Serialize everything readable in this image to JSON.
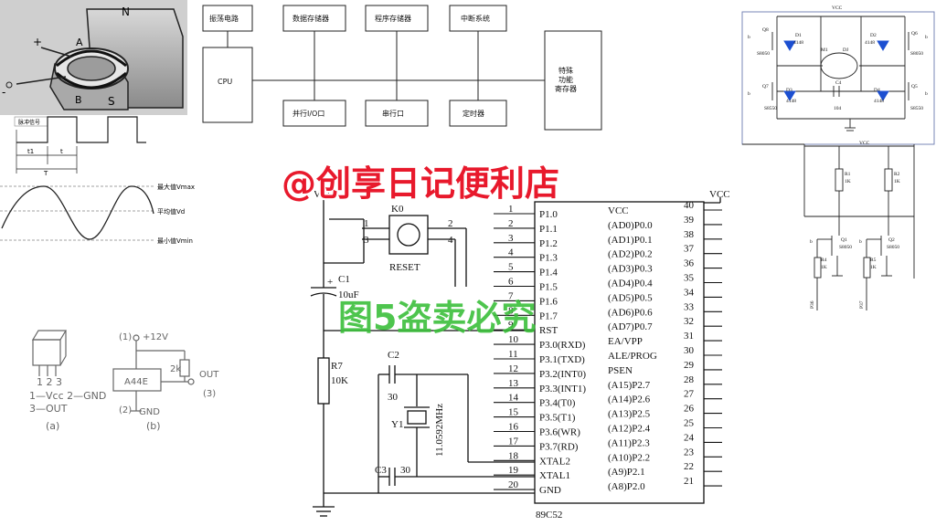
{
  "watermark": {
    "top_text": "@创享日记便利店",
    "middle_text": "图5盗卖必究",
    "top_color": "#e8192c",
    "middle_color": "#3bbf3b"
  },
  "hall_photo": {
    "labels": {
      "n": "N",
      "s": "S",
      "a": "A",
      "b": "B",
      "plus": "+",
      "minus": "-"
    }
  },
  "pulse": {
    "title": "脉冲信号",
    "t1": "t1",
    "t": "t",
    "period": "T"
  },
  "sine": {
    "max": "最大值Vmax",
    "avg": "平均值Vd",
    "min": "最小值Vmin"
  },
  "sensor_a": {
    "pins": "1 2 3",
    "pin_desc_1": "1—Vcc  2—GND",
    "pin_desc_2": "3—OUT",
    "caption": "(a)"
  },
  "sensor_b": {
    "pin1": "(1)",
    "supply": "+12V",
    "chip": "A44E",
    "resistor": "2k",
    "out": "OUT",
    "pin3": "(3)",
    "pin2": "(2)",
    "gnd": "GND",
    "caption": "(b)"
  },
  "block_diagram": {
    "oscillator": "振荡电路",
    "data_mem": "数据存储器",
    "prog_mem": "程序存储器",
    "interrupt": "中断系统",
    "cpu": "CPU",
    "par_io": "并行I/O口",
    "serial": "串行口",
    "timer": "定时器",
    "sfr_1": "特殊",
    "sfr_2": "功能",
    "sfr_3": "寄存器"
  },
  "mcu": {
    "part": "89C52",
    "left_pins": [
      {
        "num": "1",
        "name": "P1.0"
      },
      {
        "num": "2",
        "name": "P1.1"
      },
      {
        "num": "3",
        "name": "P1.2"
      },
      {
        "num": "4",
        "name": "P1.3"
      },
      {
        "num": "5",
        "name": "P1.4"
      },
      {
        "num": "6",
        "name": "P1.5"
      },
      {
        "num": "7",
        "name": "P1.6"
      },
      {
        "num": "8",
        "name": "P1.7"
      },
      {
        "num": "9",
        "name": "RST"
      },
      {
        "num": "10",
        "name": "P3.0(RXD)"
      },
      {
        "num": "11",
        "name": "P3.1(TXD)"
      },
      {
        "num": "12",
        "name": "P3.2(INT0)"
      },
      {
        "num": "13",
        "name": "P3.3(INT1)"
      },
      {
        "num": "14",
        "name": "P3.4(T0)"
      },
      {
        "num": "15",
        "name": "P3.5(T1)"
      },
      {
        "num": "16",
        "name": "P3.6(WR)"
      },
      {
        "num": "17",
        "name": "P3.7(RD)"
      },
      {
        "num": "18",
        "name": "XTAL2"
      },
      {
        "num": "19",
        "name": "XTAL1"
      },
      {
        "num": "20",
        "name": "GND"
      }
    ],
    "right_pins": [
      {
        "num": "40",
        "name": "VCC"
      },
      {
        "num": "39",
        "name": "(AD0)P0.0"
      },
      {
        "num": "38",
        "name": "(AD1)P0.1"
      },
      {
        "num": "37",
        "name": "(AD2)P0.2"
      },
      {
        "num": "36",
        "name": "(AD3)P0.3"
      },
      {
        "num": "35",
        "name": "(AD4)P0.4"
      },
      {
        "num": "34",
        "name": "(AD5)P0.5"
      },
      {
        "num": "33",
        "name": "(AD6)P0.6"
      },
      {
        "num": "32",
        "name": "(AD7)P0.7"
      },
      {
        "num": "31",
        "name": "EA/VPP"
      },
      {
        "num": "30",
        "name": "ALE/PROG"
      },
      {
        "num": "29",
        "name": "PSEN"
      },
      {
        "num": "28",
        "name": "(A15)P2.7"
      },
      {
        "num": "27",
        "name": "(A14)P2.6"
      },
      {
        "num": "26",
        "name": "(A13)P2.5"
      },
      {
        "num": "25",
        "name": "(A12)P2.4"
      },
      {
        "num": "24",
        "name": "(A11)P2.3"
      },
      {
        "num": "23",
        "name": "(A10)P2.2"
      },
      {
        "num": "22",
        "name": "(A9)P2.1"
      },
      {
        "num": "21",
        "name": "(A8)P2.0"
      }
    ]
  },
  "reset_circuit": {
    "vcc_left": "VCC",
    "vcc_right": "VCC",
    "k0": "K0",
    "reset": "RESET",
    "p1": "1",
    "p2": "2",
    "p3": "3",
    "p4": "4",
    "c1": "C1",
    "c1_val": "10uF",
    "plus": "+",
    "r7": "R7",
    "r7_val": "10K",
    "c2": "C2",
    "c2_val": "30",
    "y1": "Y1",
    "crystal": "11.0592MHz",
    "c3": "C3",
    "c3_val": "30"
  },
  "motor_driver": {
    "vcc_top": "VCC",
    "vcc_mid": "VCC",
    "q8": "Q8",
    "q6": "Q6",
    "q7": "Q7",
    "q5": "Q5",
    "s8050": "S8050",
    "s8550": "S8550",
    "d1": "D1",
    "d2": "D2",
    "d3": "D3",
    "d4": "D4",
    "d_val": "4148",
    "m1": "M1",
    "motor": "DJ",
    "c4": "C4",
    "c4_val": "104",
    "r1": "R1",
    "r2": "R2",
    "r4": "R4",
    "r5": "R5",
    "r_val": "1K",
    "q1": "Q1",
    "q2": "Q2",
    "p36": "P36",
    "p37": "P37",
    "b": "b"
  }
}
